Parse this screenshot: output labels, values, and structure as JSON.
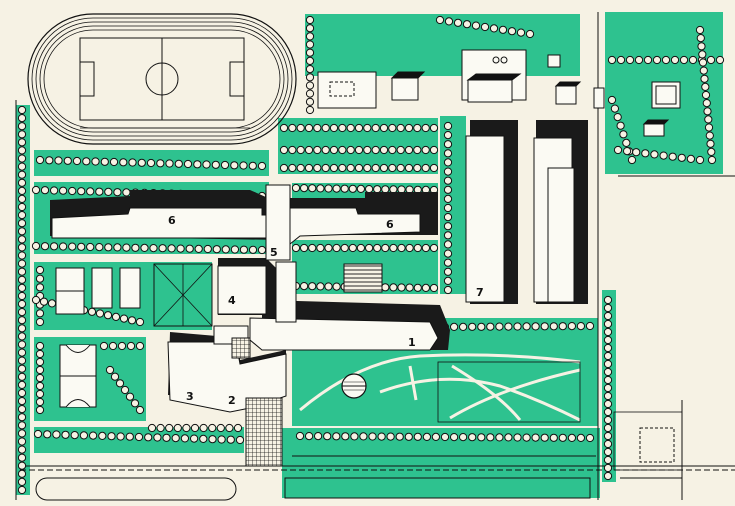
{
  "colors": {
    "paper": "#f6f2e4",
    "green": "#2ec28f",
    "tree_fill": "#f6f2e4",
    "ink": "#111111",
    "shadow": "#1a1a1a",
    "building": "#fbfaf3"
  },
  "labels": {
    "main_building": "1",
    "wing_2": "2",
    "wing_3": "3",
    "block_4": "4",
    "link_5": "5",
    "wing_6_left": "6",
    "wing_6_right": "6",
    "dormitory_7": "7"
  },
  "icons": {
    "stadium": "running-track-icon",
    "football_field": "football-field-icon",
    "fountain": "round-fountain-icon"
  }
}
